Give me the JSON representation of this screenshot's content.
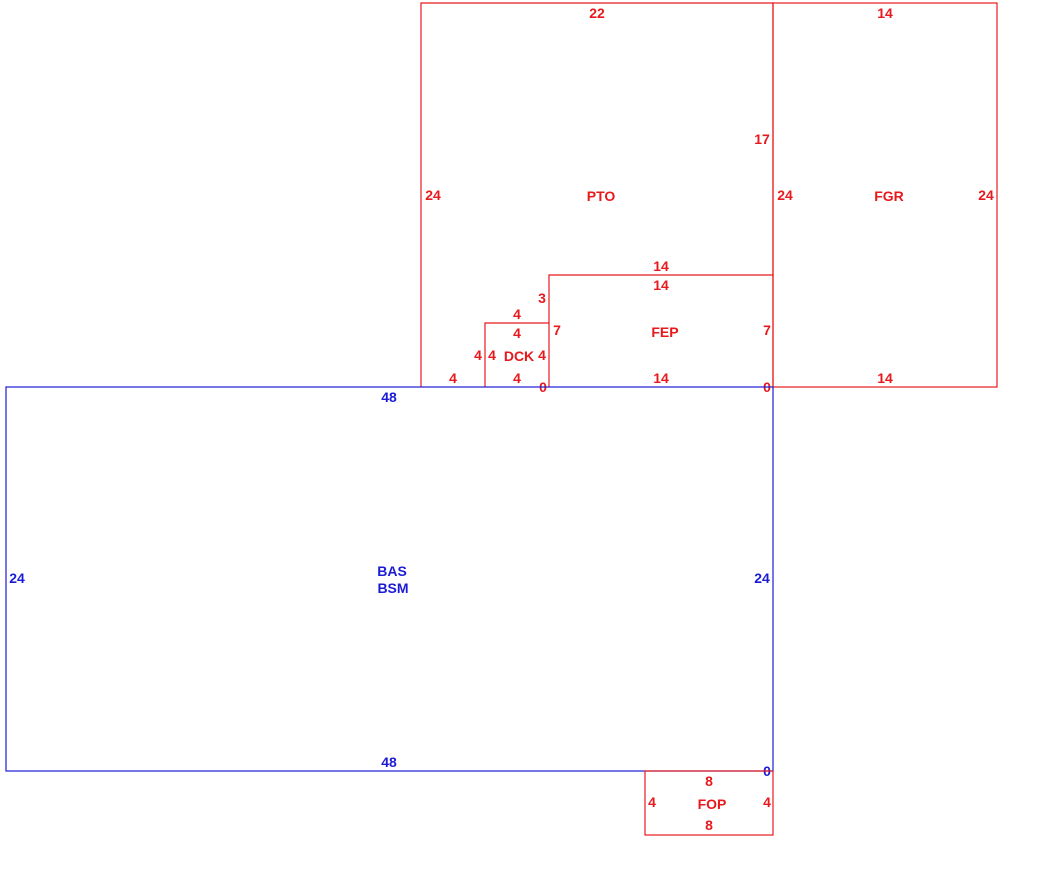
{
  "colors": {
    "primary_area": "#1b1bd6",
    "secondary_area": "#e8191d"
  },
  "sketch": {
    "areas": [
      {
        "code": "PTO",
        "color": "secondary",
        "dimensions": {
          "top": "22",
          "left": "24",
          "right_upper": "17",
          "bottom_left": "4"
        }
      },
      {
        "code": "FGR",
        "color": "secondary",
        "dimensions": {
          "top": "14",
          "left": "24",
          "right": "24",
          "bottom": "14"
        }
      },
      {
        "code": "FEP",
        "color": "secondary",
        "dimensions": {
          "top_outer": "14",
          "top_inner": "14",
          "left": "7",
          "right": "7",
          "bottom": "14",
          "step_left": "3",
          "corner_left": "0",
          "corner_right": "0"
        }
      },
      {
        "code": "DCK",
        "color": "secondary",
        "dimensions": {
          "top_outer": "4",
          "top_inner": "4",
          "left_outer": "4",
          "left_inner": "4",
          "right": "4",
          "bottom": "4"
        }
      },
      {
        "code": "BAS",
        "code2": "BSM",
        "color": "primary",
        "dimensions": {
          "top": "48",
          "left": "24",
          "right": "24",
          "bottom": "48",
          "corner": "0"
        }
      },
      {
        "code": "FOP",
        "color": "secondary",
        "dimensions": {
          "top": "8",
          "left": "4",
          "right": "4",
          "bottom": "8"
        }
      }
    ]
  }
}
